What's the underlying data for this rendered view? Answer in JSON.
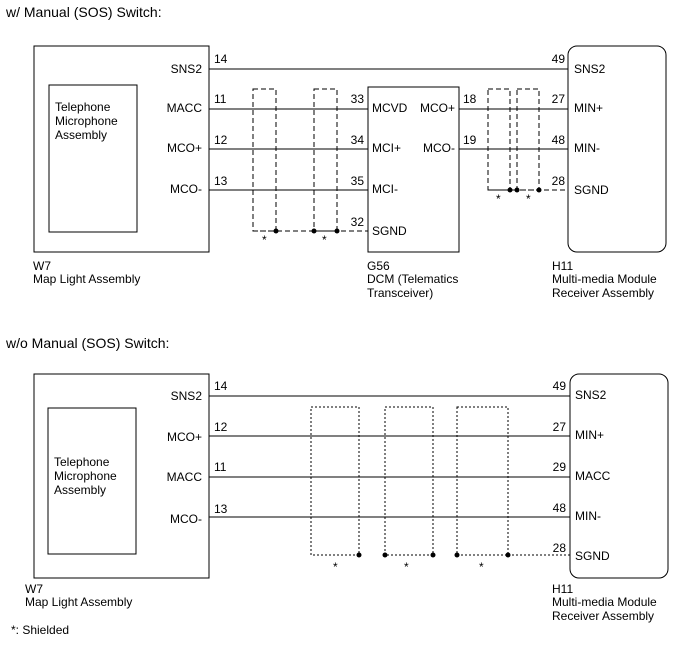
{
  "top": {
    "title": "w/ Manual (SOS) Switch:",
    "w7": {
      "inner_label": [
        "Telephone",
        "Microphone",
        "Assembly"
      ],
      "code": "W7",
      "name": "Map Light Assembly",
      "terminals": [
        "SNS2",
        "MACC",
        "MCO+",
        "MCO-"
      ],
      "pins": [
        "14",
        "11",
        "12",
        "13"
      ]
    },
    "g56": {
      "code": "G56",
      "name": [
        "DCM (Telematics",
        "Transceiver)"
      ],
      "left_terminals": [
        "MCVD",
        "MCI+",
        "MCI-",
        "SGND"
      ],
      "left_pins": [
        "33",
        "34",
        "35",
        "32"
      ],
      "right_terminals": [
        "MCO+",
        "MCO-"
      ],
      "right_pins": [
        "18",
        "19"
      ]
    },
    "h11": {
      "code": "H11",
      "name": [
        "Multi-media Module",
        "Receiver Assembly"
      ],
      "terminals": [
        "SNS2",
        "MIN+",
        "MIN-",
        "SGND"
      ],
      "pins": [
        "49",
        "27",
        "48",
        "28"
      ]
    },
    "shield_marks": [
      "*",
      "*",
      "*",
      "*"
    ]
  },
  "bottom": {
    "title": "w/o Manual (SOS) Switch:",
    "w7": {
      "inner_label": [
        "Telephone",
        "Microphone",
        "Assembly"
      ],
      "code": "W7",
      "name": "Map Light Assembly",
      "terminals": [
        "SNS2",
        "MCO+",
        "MACC",
        "MCO-"
      ],
      "pins": [
        "14",
        "12",
        "11",
        "13"
      ]
    },
    "h11": {
      "code": "H11",
      "name": [
        "Multi-media Module",
        "Receiver Assembly"
      ],
      "terminals": [
        "SNS2",
        "MIN+",
        "MACC",
        "MIN-",
        "SGND"
      ],
      "pins": [
        "49",
        "27",
        "29",
        "48",
        "28"
      ]
    },
    "shield_marks": [
      "*",
      "*",
      "*"
    ]
  },
  "footnote": "*: Shielded"
}
